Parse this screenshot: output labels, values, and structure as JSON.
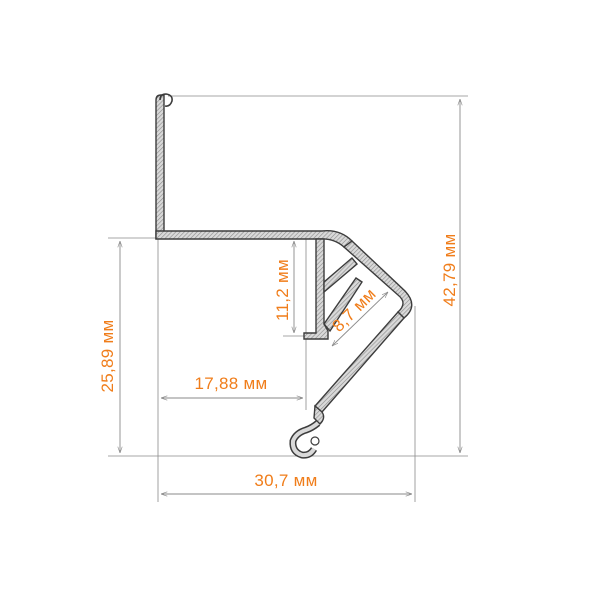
{
  "colors": {
    "dimension_text": "#f07d1a",
    "dimension_line": "#8a8a8a",
    "profile_outline": "#3c3c3c",
    "profile_hatch": "#9a9a9a"
  },
  "dimensions": {
    "total_height": "42,79 мм",
    "lower_height": "25,89 мм",
    "inner_height": "11,2 мм",
    "diagonal": "8,7 мм",
    "inner_width": "17,88 мм",
    "total_width": "30,7 мм"
  }
}
